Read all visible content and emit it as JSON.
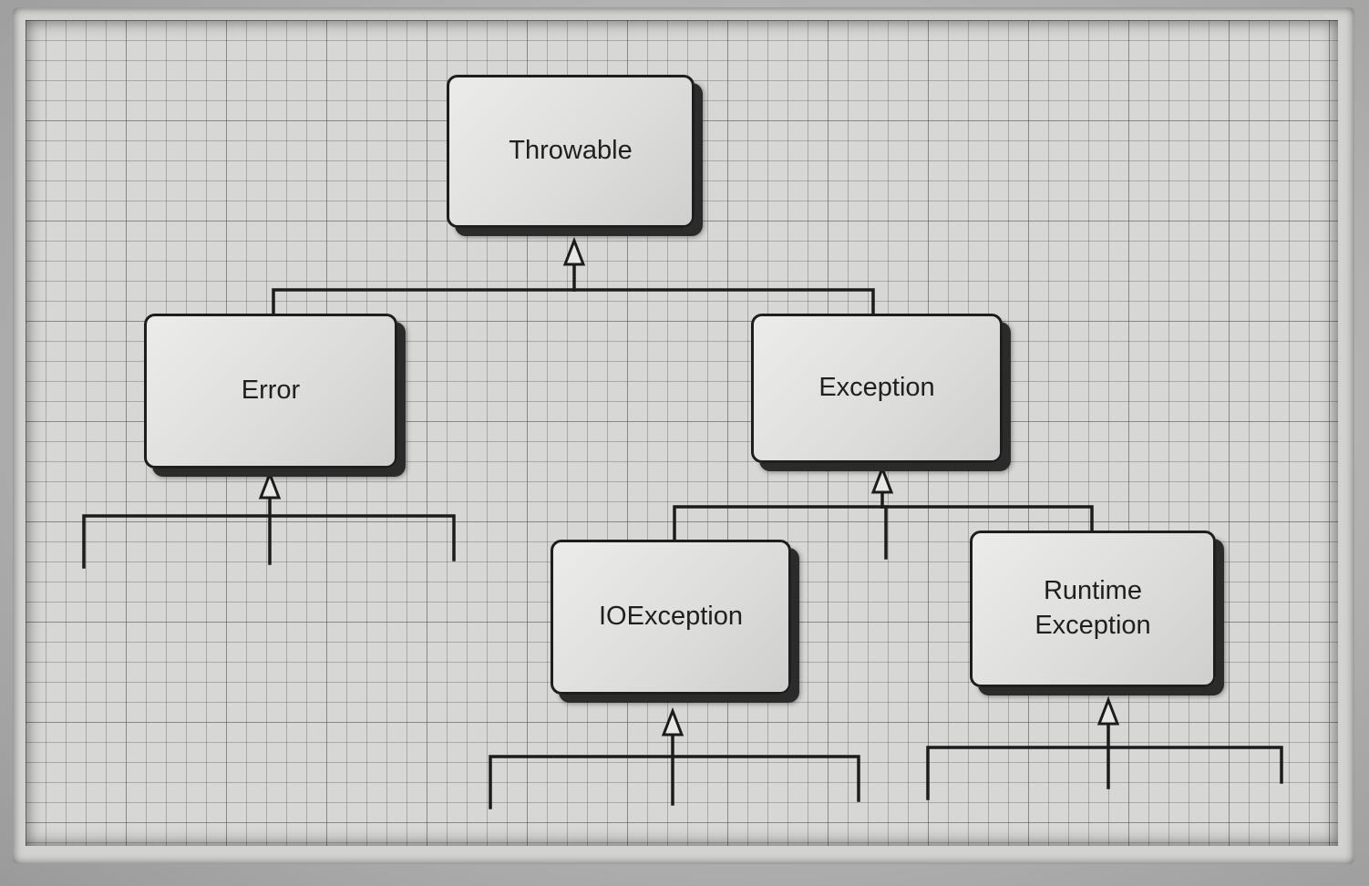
{
  "diagram": {
    "nodes": [
      {
        "id": "throwable",
        "label": "Throwable"
      },
      {
        "id": "error",
        "label": "Error"
      },
      {
        "id": "exception",
        "label": "Exception"
      },
      {
        "id": "ioexception",
        "label": "IOException"
      },
      {
        "id": "runtime_exception",
        "label": "Runtime\nException"
      }
    ],
    "edges": [
      {
        "from": "error",
        "to": "throwable",
        "type": "inheritance"
      },
      {
        "from": "exception",
        "to": "throwable",
        "type": "inheritance"
      },
      {
        "from": "ioexception",
        "to": "exception",
        "type": "inheritance"
      },
      {
        "from": "runtime_exception",
        "to": "exception",
        "type": "inheritance"
      }
    ]
  }
}
